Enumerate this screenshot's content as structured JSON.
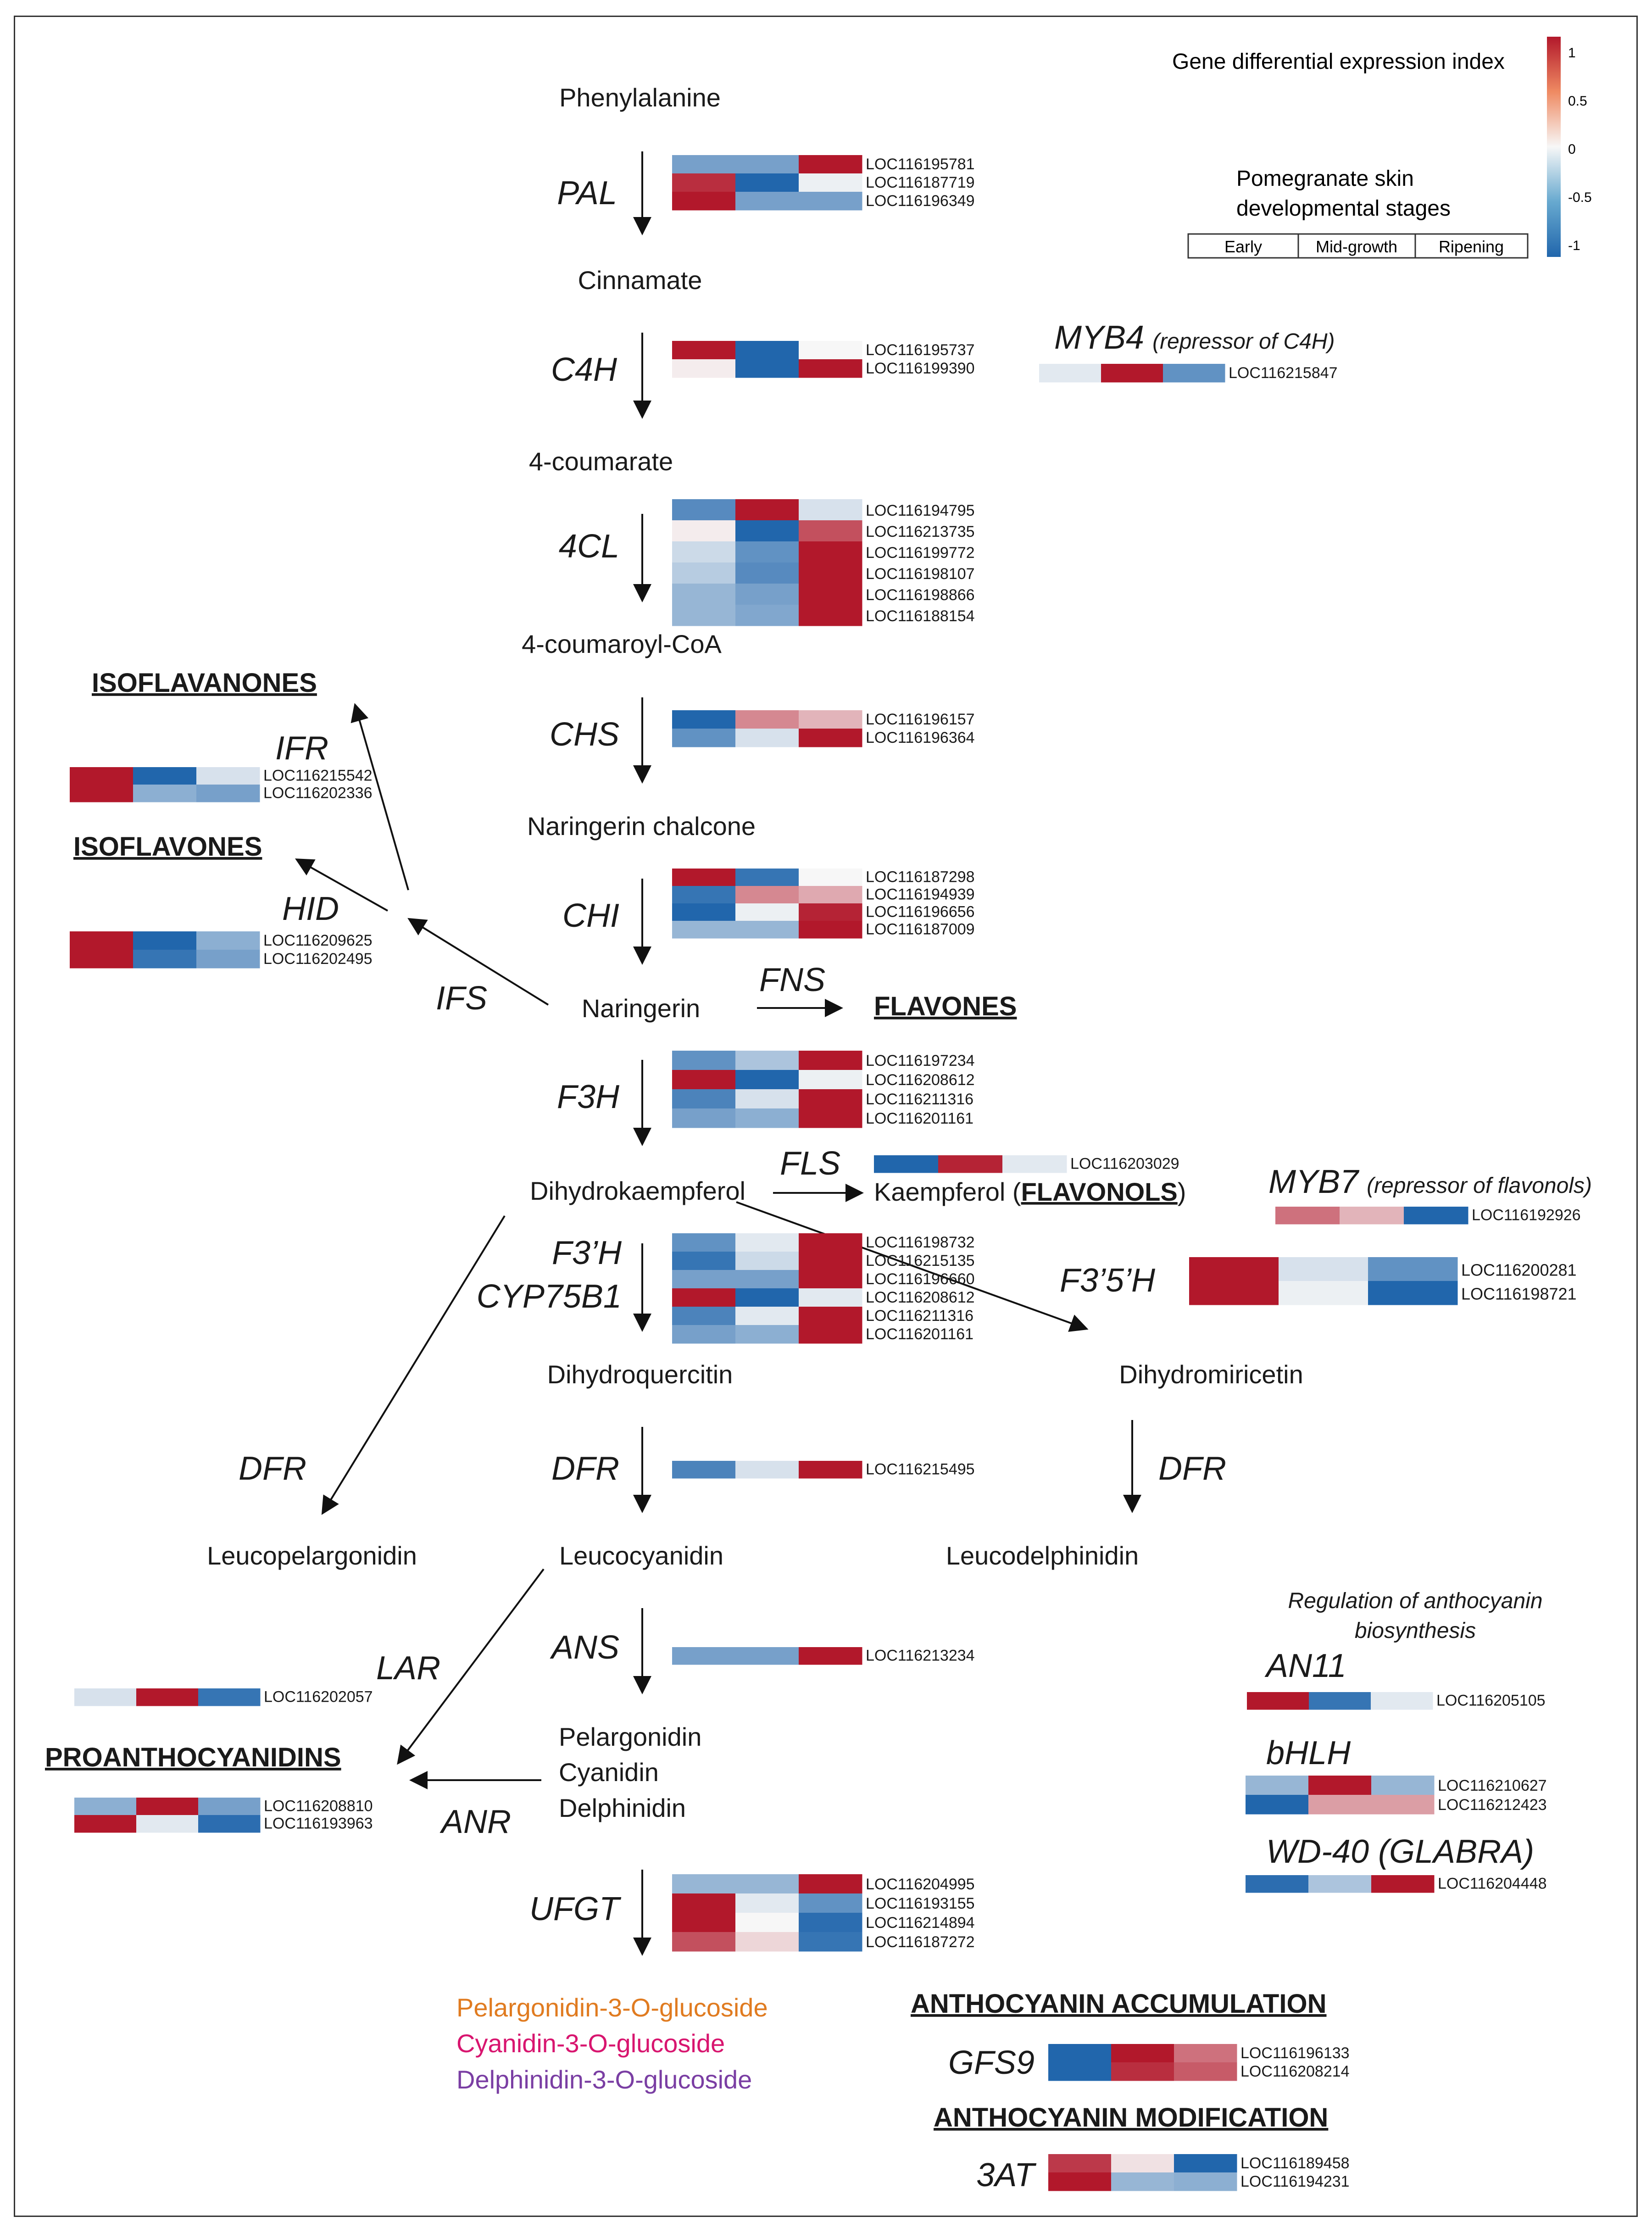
{
  "legend": {
    "title": "Gene differential expression index",
    "ticks": [
      "1",
      "0.5",
      "0",
      "-0.5",
      "-1"
    ],
    "stages_title_1": "Pomegranate skin",
    "stages_title_2": "developmental stages",
    "stages": [
      "Early",
      "Mid-growth",
      "Ripening"
    ],
    "colors": {
      "high": "#b2182b",
      "mid": "#f7f7f7",
      "low": "#2166ac"
    }
  },
  "compounds": {
    "phenylalanine": "Phenylalanine",
    "cinnamate": "Cinnamate",
    "coumarate": "4-coumarate",
    "coumaroyl": "4-coumaroyl-CoA",
    "naringerin_chalcone": "Naringerin chalcone",
    "naringerin": "Naringerin",
    "dihydrokaempferol": "Dihydrokaempferol",
    "kaempferol": "Kaempferol (",
    "flavonols": "FLAVONOLS",
    "kaempferol_close": ")",
    "dihydroquercitin": "Dihydroquercitin",
    "dihydromiricetin": "Dihydromiricetin",
    "leucopelargonidin": "Leucopelargonidin",
    "leucocyanidin": "Leucocyanidin",
    "leucodelphinidin": "Leucodelphinidin",
    "pelargonidin": "Pelargonidin",
    "cyanidin": "Cyanidin",
    "delphinidin": "Delphinidin",
    "isoflavanones": "ISOFLAVANONES",
    "isoflavones": "ISOFLAVONES",
    "flavones": "FLAVONES",
    "proanthocyanidins": "PROANTHOCYANIDINS",
    "anthocyanin_accumulation": "ANTHOCYANIN ACCUMULATION",
    "anthocyanin_modification": "ANTHOCYANIN MODIFICATION"
  },
  "products": [
    {
      "label": "Pelargonidin-3-O-glucoside",
      "color": "#e07b20"
    },
    {
      "label": "Cyanidin-3-O-glucoside",
      "color": "#d8156f"
    },
    {
      "label": "Delphinidin-3-O-glucoside",
      "color": "#7a3ea3"
    }
  ],
  "enzymes": {
    "PAL": "PAL",
    "C4H": "C4H",
    "4CL": "4CL",
    "CHS": "CHS",
    "CHI": "CHI",
    "F3H": "F3H",
    "F3pH": "F3’H",
    "CYP75B1": "CYP75B1",
    "F35H": "F3’5’H",
    "DFR": "DFR",
    "ANS": "ANS",
    "UFGT": "UFGT",
    "IFR": "IFR",
    "HID": "HID",
    "IFS": "IFS",
    "FNS": "FNS",
    "FLS": "FLS",
    "LAR": "LAR",
    "ANR": "ANR",
    "MYB4": "MYB4",
    "MYB4_note": "(repressor of C4H)",
    "MYB7": "MYB7",
    "MYB7_note": "(repressor of flavonols)",
    "regulation_1": "Regulation of anthocyanin",
    "regulation_2": "biosynthesis",
    "AN11": "AN11",
    "bHLH": "bHLH",
    "WD40": "WD-40 (GLABRA)",
    "GFS9": "GFS9",
    "3AT": "3AT"
  },
  "heatmaps": [
    {
      "id": "PAL",
      "genes": [
        {
          "locus": "LOC116195781",
          "values": [
            -0.6,
            -0.6,
            1.0
          ]
        },
        {
          "locus": "LOC116187719",
          "values": [
            0.9,
            -1.0,
            -0.05
          ]
        },
        {
          "locus": "LOC116196349",
          "values": [
            1.0,
            -0.6,
            -0.6
          ]
        }
      ]
    },
    {
      "id": "C4H",
      "genes": [
        {
          "locus": "LOC116195737",
          "values": [
            1.0,
            -1.0,
            0.0
          ]
        },
        {
          "locus": "LOC116199390",
          "values": [
            0.05,
            -1.0,
            1.0
          ]
        }
      ]
    },
    {
      "id": "MYB4",
      "genes": [
        {
          "locus": "LOC116215847",
          "values": [
            -0.1,
            1.0,
            -0.7
          ]
        }
      ]
    },
    {
      "id": "4CL",
      "genes": [
        {
          "locus": "LOC116194795",
          "values": [
            -0.75,
            1.0,
            -0.15
          ]
        },
        {
          "locus": "LOC116213735",
          "values": [
            0.05,
            -1.0,
            0.75
          ]
        },
        {
          "locus": "LOC116199772",
          "values": [
            -0.2,
            -0.7,
            1.0
          ]
        },
        {
          "locus": "LOC116198107",
          "values": [
            -0.3,
            -0.75,
            1.0
          ]
        },
        {
          "locus": "LOC116198866",
          "values": [
            -0.45,
            -0.6,
            1.0
          ]
        },
        {
          "locus": "LOC116188154",
          "values": [
            -0.45,
            -0.55,
            1.0
          ]
        }
      ]
    },
    {
      "id": "CHS",
      "genes": [
        {
          "locus": "LOC116196157",
          "values": [
            -1.0,
            0.5,
            0.3
          ]
        },
        {
          "locus": "LOC116196364",
          "values": [
            -0.7,
            -0.15,
            1.0
          ]
        }
      ]
    },
    {
      "id": "IFR",
      "genes": [
        {
          "locus": "LOC116215542",
          "values": [
            1.0,
            -1.0,
            -0.15
          ]
        },
        {
          "locus": "LOC116202336",
          "values": [
            1.0,
            -0.5,
            -0.6
          ]
        }
      ]
    },
    {
      "id": "CHI",
      "genes": [
        {
          "locus": "LOC116187298",
          "values": [
            1.0,
            -0.9,
            0.0
          ]
        },
        {
          "locus": "LOC116194939",
          "values": [
            -0.9,
            0.5,
            0.35
          ]
        },
        {
          "locus": "LOC116196656",
          "values": [
            -1.0,
            -0.05,
            0.95
          ]
        },
        {
          "locus": "LOC116187009",
          "values": [
            -0.45,
            -0.45,
            1.0
          ]
        }
      ]
    },
    {
      "id": "HID",
      "genes": [
        {
          "locus": "LOC116209625",
          "values": [
            1.0,
            -1.0,
            -0.5
          ]
        },
        {
          "locus": "LOC116202495",
          "values": [
            1.0,
            -0.9,
            -0.6
          ]
        }
      ]
    },
    {
      "id": "F3H",
      "genes": [
        {
          "locus": "LOC116197234",
          "values": [
            -0.7,
            -0.35,
            1.0
          ]
        },
        {
          "locus": "LOC116208612",
          "values": [
            1.0,
            -1.0,
            -0.05
          ]
        },
        {
          "locus": "LOC116211316",
          "values": [
            -0.8,
            -0.15,
            1.0
          ]
        },
        {
          "locus": "LOC116201161",
          "values": [
            -0.6,
            -0.5,
            1.0
          ]
        }
      ]
    },
    {
      "id": "FLS",
      "genes": [
        {
          "locus": "LOC116203029",
          "values": [
            -1.0,
            0.95,
            -0.1
          ]
        }
      ]
    },
    {
      "id": "MYB7",
      "genes": [
        {
          "locus": "LOC116192926",
          "values": [
            0.6,
            0.3,
            -1.0
          ]
        }
      ]
    },
    {
      "id": "F3pH",
      "genes": [
        {
          "locus": "LOC116198732",
          "values": [
            -0.7,
            -0.1,
            1.0
          ]
        },
        {
          "locus": "LOC116215135",
          "values": [
            -0.9,
            -0.2,
            1.0
          ]
        },
        {
          "locus": "LOC116196660",
          "values": [
            -0.6,
            -0.6,
            1.0
          ]
        },
        {
          "locus": "LOC116208612",
          "values": [
            1.0,
            -1.0,
            -0.1
          ]
        },
        {
          "locus": "LOC116211316",
          "values": [
            -0.8,
            -0.1,
            1.0
          ]
        },
        {
          "locus": "LOC116201161",
          "values": [
            -0.6,
            -0.5,
            1.0
          ]
        }
      ]
    },
    {
      "id": "F35H",
      "genes": [
        {
          "locus": "LOC116200281",
          "values": [
            1.0,
            -0.15,
            -0.7
          ]
        },
        {
          "locus": "LOC116198721",
          "values": [
            1.0,
            -0.05,
            -1.0
          ]
        }
      ]
    },
    {
      "id": "DFR",
      "genes": [
        {
          "locus": "LOC116215495",
          "values": [
            -0.8,
            -0.15,
            1.0
          ]
        }
      ]
    },
    {
      "id": "ANS",
      "genes": [
        {
          "locus": "LOC116213234",
          "values": [
            -0.6,
            -0.6,
            1.0
          ]
        }
      ]
    },
    {
      "id": "LAR",
      "genes": [
        {
          "locus": "LOC116202057",
          "values": [
            -0.15,
            1.0,
            -0.9
          ]
        }
      ]
    },
    {
      "id": "ANR",
      "genes": [
        {
          "locus": "LOC116208810",
          "values": [
            -0.5,
            1.0,
            -0.6
          ]
        },
        {
          "locus": "LOC116193963",
          "values": [
            1.0,
            -0.1,
            -0.95
          ]
        }
      ]
    },
    {
      "id": "AN11",
      "genes": [
        {
          "locus": "LOC116205105",
          "values": [
            1.0,
            -0.9,
            -0.1
          ]
        }
      ]
    },
    {
      "id": "bHLH",
      "genes": [
        {
          "locus": "LOC116210627",
          "values": [
            -0.45,
            1.0,
            -0.45
          ]
        },
        {
          "locus": "LOC116212423",
          "values": [
            -1.0,
            0.4,
            0.4
          ]
        }
      ]
    },
    {
      "id": "WD40",
      "genes": [
        {
          "locus": "LOC116204448",
          "values": [
            -0.95,
            -0.35,
            1.0
          ]
        }
      ]
    },
    {
      "id": "UFGT",
      "genes": [
        {
          "locus": "LOC116204995",
          "values": [
            -0.45,
            -0.45,
            1.0
          ]
        },
        {
          "locus": "LOC116193155",
          "values": [
            1.0,
            -0.1,
            -0.7
          ]
        },
        {
          "locus": "LOC116214894",
          "values": [
            1.0,
            0.0,
            -0.95
          ]
        },
        {
          "locus": "LOC116187272",
          "values": [
            0.75,
            0.15,
            -0.9
          ]
        }
      ]
    },
    {
      "id": "GFS9",
      "genes": [
        {
          "locus": "LOC116196133",
          "values": [
            -1.0,
            1.0,
            0.6
          ]
        },
        {
          "locus": "LOC116208214",
          "values": [
            -1.0,
            0.9,
            0.7
          ]
        }
      ]
    },
    {
      "id": "3AT",
      "genes": [
        {
          "locus": "LOC116189458",
          "values": [
            0.85,
            0.1,
            -1.0
          ]
        },
        {
          "locus": "LOC116194231",
          "values": [
            1.0,
            -0.45,
            -0.5
          ]
        }
      ]
    }
  ]
}
